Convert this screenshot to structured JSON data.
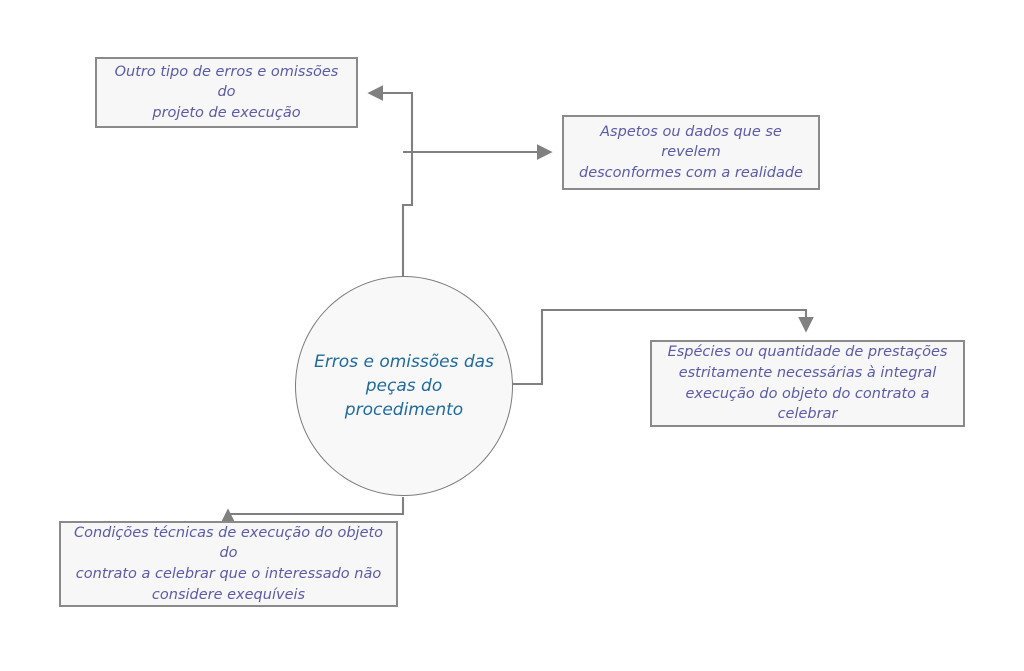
{
  "diagram": {
    "type": "hub-and-spoke",
    "title": "Erros e omissões das peças do procedimento",
    "colors": {
      "page_background": "#ffffff",
      "node_fill": "#f7f7f7",
      "node_border": "#8a8a8a",
      "node_text": "#5b5ba8",
      "center_fill": "#f8f8f8",
      "center_border": "#7c7c7c",
      "center_text": "#1f6a9e",
      "connector": "#808080"
    },
    "center": {
      "id": "center",
      "shape": "circle",
      "label": "Erros e omissões das\npeças do\nprocedimento"
    },
    "nodes": [
      {
        "id": "outro",
        "shape": "rectangle",
        "label": "Outro tipo de erros e omissões do\nprojeto de execução",
        "arrow_direction": "left"
      },
      {
        "id": "aspetos",
        "shape": "rectangle",
        "label": "Aspetos ou dados que se revelem\ndesconformes com a realidade",
        "arrow_direction": "right"
      },
      {
        "id": "especies",
        "shape": "rectangle",
        "label": "Espécies ou quantidade de prestações\nestritamente necessárias à integral\nexecução do objeto do contrato a celebrar",
        "arrow_direction": "down"
      },
      {
        "id": "condicoes",
        "shape": "rectangle",
        "label": "Condições técnicas de execução do objeto do\ncontrato a celebrar que o interessado não\nconsidere exequíveis",
        "arrow_direction": "down"
      }
    ],
    "connectors": [
      {
        "id": "center-to-outro",
        "from": "center",
        "to": "outro"
      },
      {
        "id": "center-to-aspetos",
        "from": "center",
        "to": "aspetos"
      },
      {
        "id": "center-to-especies",
        "from": "center",
        "to": "especies"
      },
      {
        "id": "center-to-condicoes",
        "from": "center",
        "to": "condicoes"
      }
    ]
  }
}
